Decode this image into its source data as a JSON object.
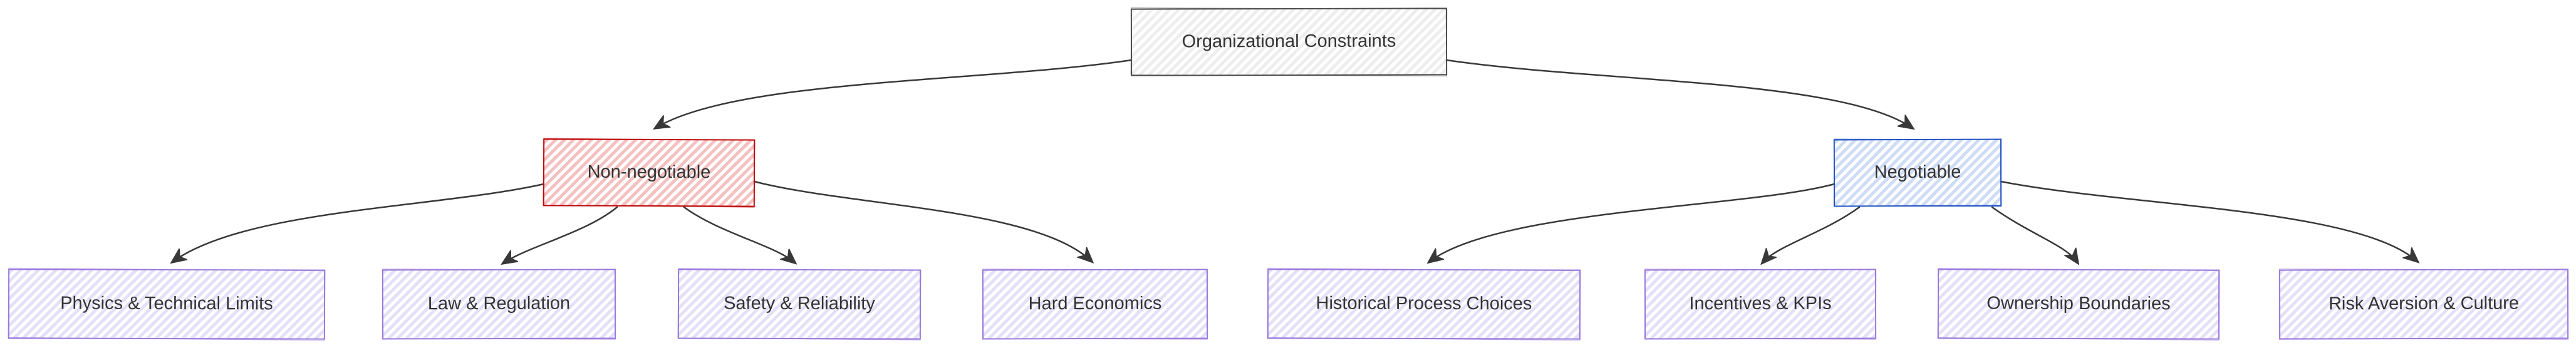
{
  "diagram": {
    "type": "flowchart-tree",
    "direction": "top-down",
    "style": "hand-drawn-sketch",
    "background_color": "#ffffff",
    "edge_color": "#383838",
    "text_color": "#333333"
  },
  "root": {
    "label": "Organizational Constraints",
    "border_color": "#4a4a4a",
    "fill_hatch_color": "#ececec"
  },
  "branches": [
    {
      "label": "Non-negotiable",
      "border_color": "#c00808",
      "fill_hatch_color": "#f5bcbc",
      "children": [
        "Physics & Technical Limits",
        "Law & Regulation",
        "Safety & Reliability",
        "Hard Economics"
      ]
    },
    {
      "label": "Negotiable",
      "border_color": "#2353c3",
      "fill_hatch_color": "#cdddf5",
      "children": [
        "Historical Process Choices",
        "Incentives & KPIs",
        "Ownership Boundaries",
        "Risk Aversion & Culture"
      ]
    }
  ],
  "leaf_style": {
    "border_color": "#9878dd",
    "fill_hatch_color": "#e2dff7"
  }
}
